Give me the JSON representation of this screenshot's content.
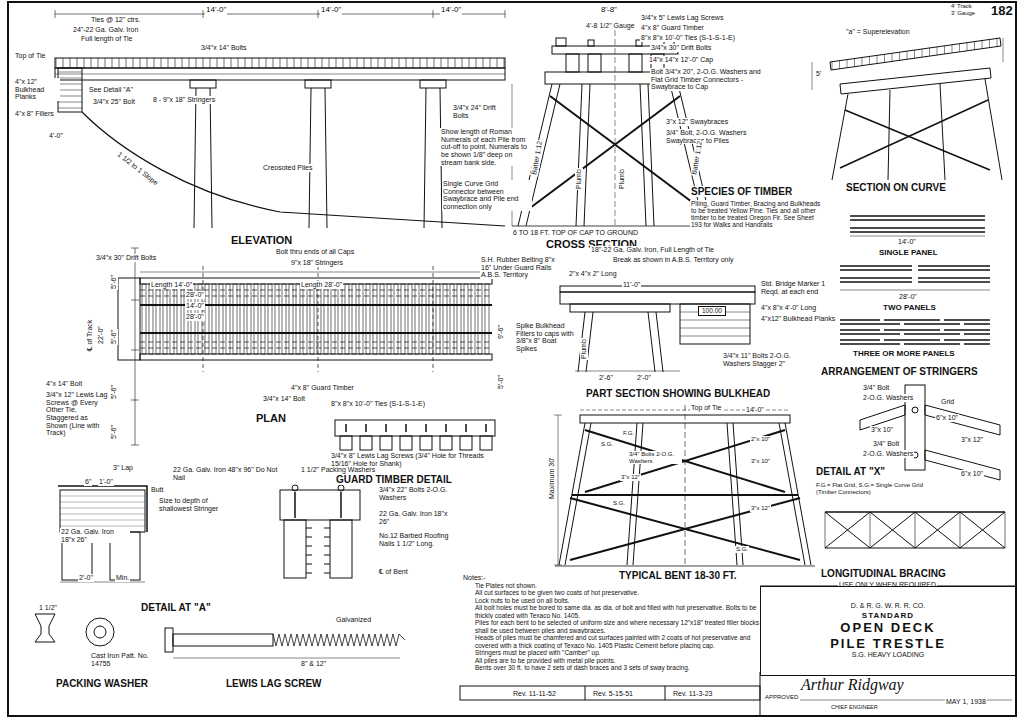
{
  "diagram": {
    "nodes": [
      {
        "text": [
          "D. & R. G. W. R. R. CO.",
          "STANDARD",
          "OPEN DECK",
          "PILE TRESTLE",
          "S.G. HEAVY LOADING"
        ]
      },
      {
        "text": [
          "100.00"
        ]
      }
    ],
    "labels": [
      "14'-0\"",
      "14'-0\"",
      "14'-0\"",
      "8'-8\"",
      "4' Track",
      "3' Gauge",
      "Ties @ 12\" ctrs.",
      "24\"-22 Ga. Galv. Iron",
      "Full length of Tie",
      "3/4\"x 14\" Bolts",
      "Top of Tie",
      "4\"x 12\" Bulkhead Planks",
      "4\"x 8\" Fillers",
      "4'-0\"",
      "See Detail \"A\"",
      "3/4\"x 25\" Bolt",
      "8 - 9\"x 18\" Stringers",
      "1 1/2 to 1 Slope",
      "Creosoted Piles",
      "ELEVATION",
      "3/4\"x 24\" Drift Bolts",
      "Show length of Roman Numerals of each Pile from cut-off to point. Numerals to be shown 1/8\" deep on stream bank side.",
      "Single Curve Grid Connector between Swaybrace and Pile end connection only",
      "4'-8 1/2\" Gauge",
      "3/4\"x 5\" Lewis Lag Screws",
      "4\"x 8\" Guard Timber",
      "8\"x 8\"x 10'-0\" Ties (S-1-S-1-E)",
      "3/4\"x 30\" Drift Bolts",
      "14\"x 14\"x 12'-0\" Cap",
      "Bolt 3/4\"x 20\", 2-O.G. Washers and Flat Grid Timber Connectors - Swaybrace to Cap",
      "3\"x 12\" Swaybraces",
      "3/4\" Bolt, 2-O.G. Washers Swaybraces to Piles",
      "Batter 1:12",
      "Batter 1:12",
      "Plumb",
      "Plumb",
      "6 TO 18 FT. TOP OF CAP TO GROUND",
      "CROSS SECTION",
      "\"a\" = Superelevation",
      "5'",
      "SECTION ON CURVE",
      "SPECIES OF TIMBER",
      "Piling, Guard Timber, Bracing and Bulkheads to be treated Yellow Pine. Ties and all other timber to be treated Oregon Fir. See Sheet 193 for Walks and Handrails",
      "14'-0\"",
      "SINGLE PANEL",
      "28'-0\"",
      "TWO PANELS",
      "THREE OR MORE PANELS",
      "ARRANGEMENT OF STRINGERS",
      "3/4\"x 30\" Drift Bolts",
      "Bolt thru ends of all Caps",
      "9\"x 18\" Stringers",
      "Length 14'-0\"",
      "28'-0\"",
      "14'-0\"",
      "28'-0\"",
      "Length 28'-0\"",
      "PLAN",
      "4\"x 14\" Bolt",
      "3/4\"x 12\" Lewis Lag Screws @ Every Other Tie, Staggered as Shown (Line with Track)",
      "4\"x 8\" Guard Timber",
      "3/4\"x 14\" Bolt",
      "℄ of Track",
      "22'-0\"",
      "5'-6\"",
      "5'-6\"",
      "5'-6\"",
      "5'-6\"",
      "9'-6\"",
      "5'-0\"",
      "8\"x 8\"x 10'-0\" Ties (S-1-S-1-E)",
      "3/4\"x 8\" Lewis Lag Screws (3/4\" Hole for Threads 15/16\" Hole for Shank)",
      "GUARD TIMBER DETAIL",
      "S.H. Rubber Belting 8\"x 16\" Under Guard Rails A.B.S. Territory",
      "18\"-22 Ga. Galv. Iron, Full Length of Tie",
      "Break as shown in A.B.S. Territory only",
      "2\"x 4\"x 2\" Long",
      "11'-0\"",
      "Std. Bridge Marker 1 Reqd. at each end",
      "4\"x 8\"x 4'-0\" Long",
      "4\"x12\" Bulkhead Planks",
      "Spike Bulkhead Fillers to caps with 3/8\"x 8\" Boat Spikes",
      "3/4\"x 11\" Bolts 2-O.G. Washers Stagger 2\"",
      "2'-6\"",
      "2'-0\"",
      "Plumb",
      "PART SECTION SHOWING BULKHEAD",
      "Top of Tie",
      "14'-0\"",
      "F.G.",
      "S.G.",
      "3/4\" Bolts 2-O.G. Washers",
      "3\"x 12\"",
      "S.G.",
      "2\"x 10\"",
      "3\"x 10\"",
      "3\"x 12\"",
      "S.G.",
      "Maximum 30'",
      "TYPICAL BENT 18-30 FT.",
      "3/4\" Bolt",
      "2-O.G. Washers",
      "Grid",
      "6\"x 10\"",
      "3\"x 10\"",
      "3/4\" Bolt",
      "2-O.G. Washers",
      "3\"x 12\"",
      "6\"x 10\"",
      "DETAIL AT \"X\"",
      "F.G.= Flat Grid, S.G.= Single Curve Grid (Timber Connectors)",
      "LONGITUDINAL BRACING",
      "USE ONLY WHEN REQUIRED",
      "3\" Lap",
      "6\"",
      "1'-0\"",
      "Butt",
      "Size to depth of shallowest Stringer",
      "22 Ga. Galv. Iron 48\"x 96\" Do Not Nail",
      "22 Ga. Galv. Iron 18\"x 26\"",
      "2'-0\"",
      "Min.",
      "DETAIL AT \"A\"",
      "1 1/2\" Packing Washers",
      "3/4\"x 22\" Bolts 2-O.G. Washers",
      "22 Ga. Galv. Iron 18\"x 26\"",
      "No.12 Barbed Roofing Nails 1 1/2\" Long.",
      "℄ of Bent",
      "1 1/2\"",
      "Cast Iron Patt. No. 14755",
      "PACKING WASHER",
      "Galvanized",
      "8\" & 12\"",
      "LEWIS LAG SCREW",
      "Notes:-",
      "Tie Plates not shown.",
      "All cut surfaces to be given two coats of hot preservative.",
      "Lock nuts to be used on all bolts.",
      "All bolt holes must be bored to same dia. as dia. of bolt and filled with hot preservative. Bolts to be thickly coated with Texaco No. 1405.",
      "Piles for each bent to be selected of uniform size and where necessary 12\"x18\" treated filler blocks shall be used between piles and swaybraces.",
      "Heads of piles must be chamfered and cut surfaces painted with 2 coats of hot preservative and covered with a thick coating of Texaco No. 1405 Plastic Cement before placing cap.",
      "Stringers must be placed with \"Camber\" up.",
      "All piles are to be provided with metal pile points.",
      "Bents over 30 ft. to have 2 sets of dash braces and 3 sets of sway bracing.",
      "Rev. 11-11-52",
      "Rev. 5-15-51",
      "Rev. 11-3-23",
      "APPROVED",
      "Arthur Ridgway",
      "CHIEF ENGINEER",
      "MAY 1, 1938",
      "182"
    ]
  }
}
